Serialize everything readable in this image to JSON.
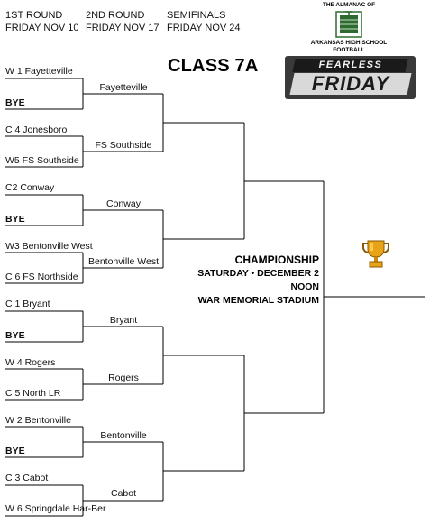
{
  "header": {
    "round1": {
      "label": "1ST ROUND",
      "date": "FRIDAY NOV 10"
    },
    "round2": {
      "label": "2ND ROUND",
      "date": "FRIDAY NOV 17"
    },
    "round3": {
      "label": "SEMIFINALS",
      "date": "FRIDAY NOV 24"
    }
  },
  "title": "CLASS 7A",
  "logos": {
    "almanac_line1": "THE ALMANAC OF",
    "almanac_line2": "ARKANSAS HIGH SCHOOL FOOTBALL",
    "fearless": "FEARLESS",
    "friday": "FRIDAY"
  },
  "first_round": [
    {
      "team": "W 1 Fayetteville",
      "bold": false
    },
    {
      "team": "BYE",
      "bold": true
    },
    {
      "team": "C 4 Jonesboro",
      "bold": false
    },
    {
      "team": "W5 FS Southside",
      "bold": false
    },
    {
      "team": "C2 Conway",
      "bold": false
    },
    {
      "team": "BYE",
      "bold": true
    },
    {
      "team": "W3 Bentonville West",
      "bold": false
    },
    {
      "team": "C 6 FS Northside",
      "bold": false
    },
    {
      "team": "C 1 Bryant",
      "bold": false
    },
    {
      "team": "BYE",
      "bold": true
    },
    {
      "team": "W 4 Rogers",
      "bold": false
    },
    {
      "team": "C 5 North LR",
      "bold": false
    },
    {
      "team": "W 2 Bentonville",
      "bold": false
    },
    {
      "team": "BYE",
      "bold": true
    },
    {
      "team": "C 3 Cabot",
      "bold": false
    },
    {
      "team": "W 6 Springdale Har-Ber",
      "bold": false
    }
  ],
  "second_round": [
    "Fayetteville",
    "FS Southside",
    "Conway",
    "Bentonville West",
    "Bryant",
    "Rogers",
    "Bentonville",
    "Cabot"
  ],
  "championship": {
    "title": "CHAMPIONSHIP",
    "date": "SATURDAY • DECEMBER 2",
    "time": "NOON",
    "venue": "WAR MEMORIAL STADIUM"
  },
  "colors": {
    "trophy": "#e8a317",
    "logo_green": "#2e6b2e",
    "logo_dark": "#3a3a3a"
  },
  "icons": {
    "trophy": "trophy-icon"
  }
}
